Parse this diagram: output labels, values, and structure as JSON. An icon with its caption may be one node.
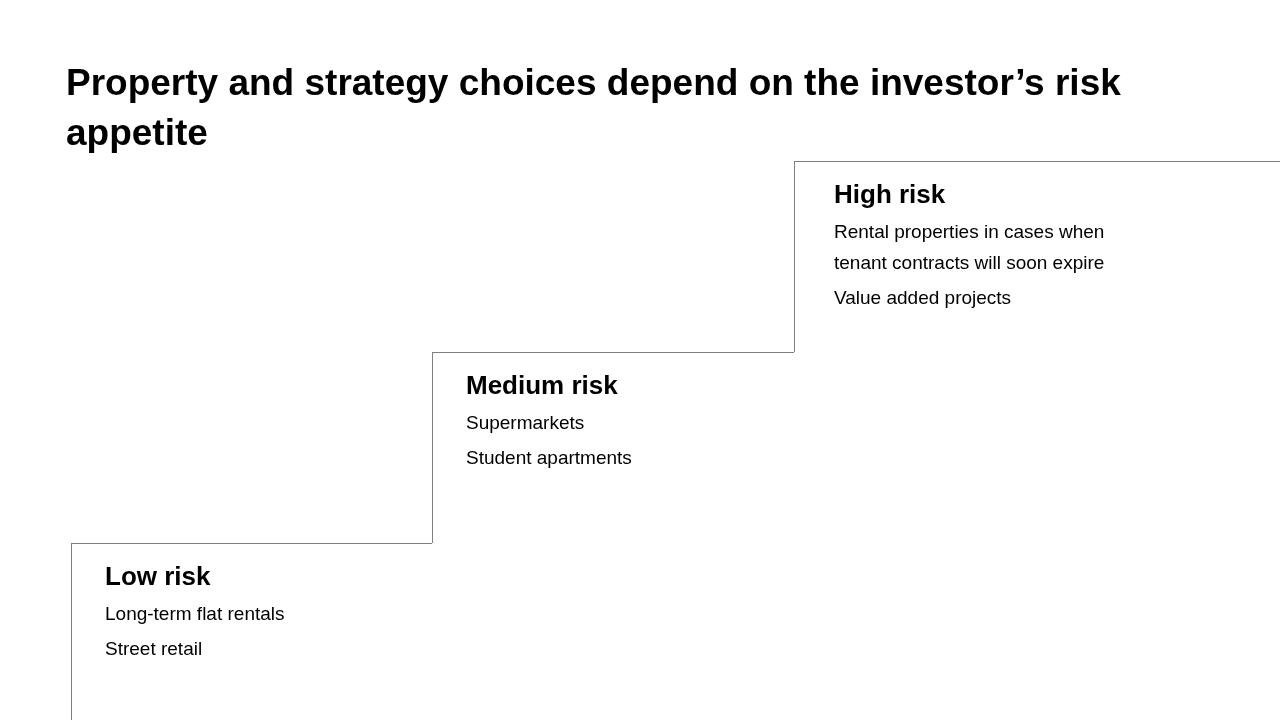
{
  "diagram": {
    "title": "Property and strategy choices depend on the investor’s risk appetite",
    "nodes": [
      {
        "text": [
          "Low risk",
          "Long-term flat rentals",
          "Street retail"
        ]
      },
      {
        "text": [
          "Medium risk",
          "Supermarkets",
          "Student apartments"
        ]
      },
      {
        "text": [
          "High risk",
          "Rental properties in cases when tenant contracts will soon expire",
          "Value added projects"
        ]
      }
    ]
  }
}
